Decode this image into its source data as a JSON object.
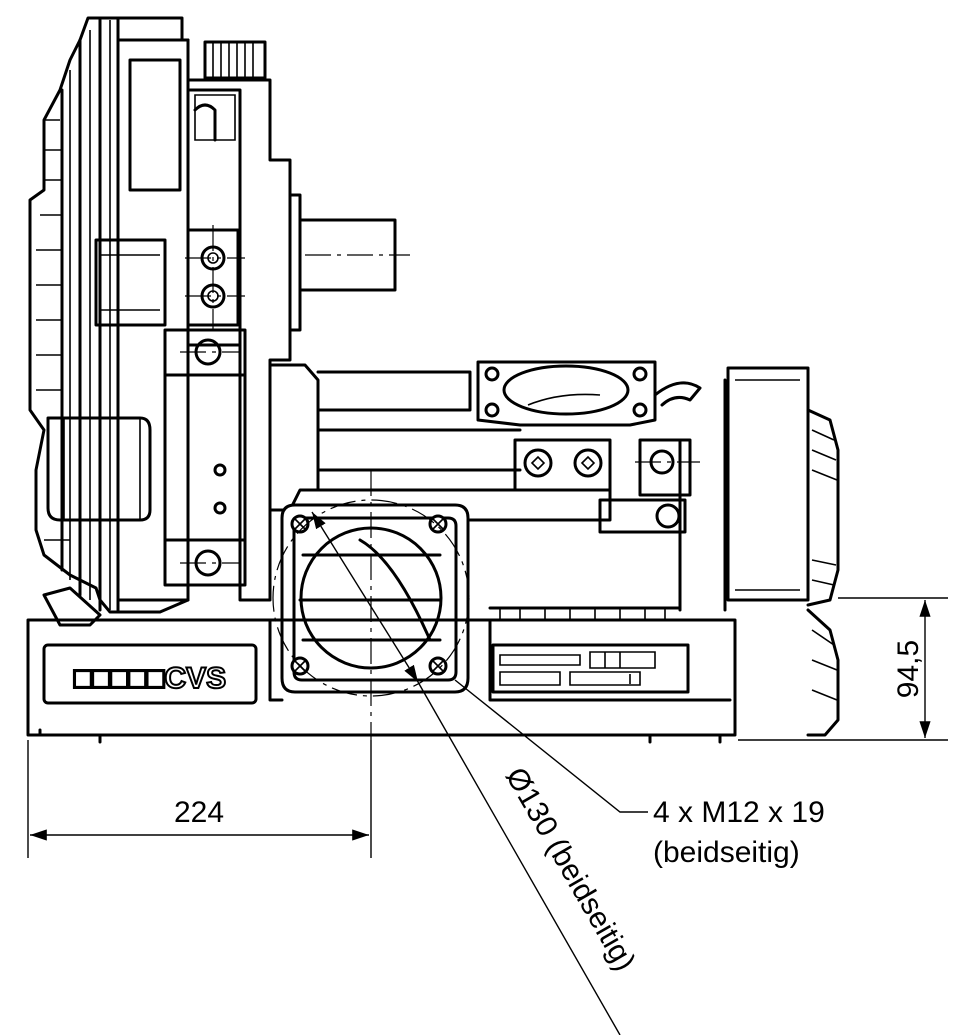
{
  "dimensions": {
    "width_label": "224",
    "height_label": "94,5",
    "diameter_label": "Ø130 (beidseitig)",
    "thread_label_line1": "4 x M12 x 19",
    "thread_label_line2": "(beidseitig)"
  },
  "logo": {
    "text": "□□□□□CVS"
  }
}
